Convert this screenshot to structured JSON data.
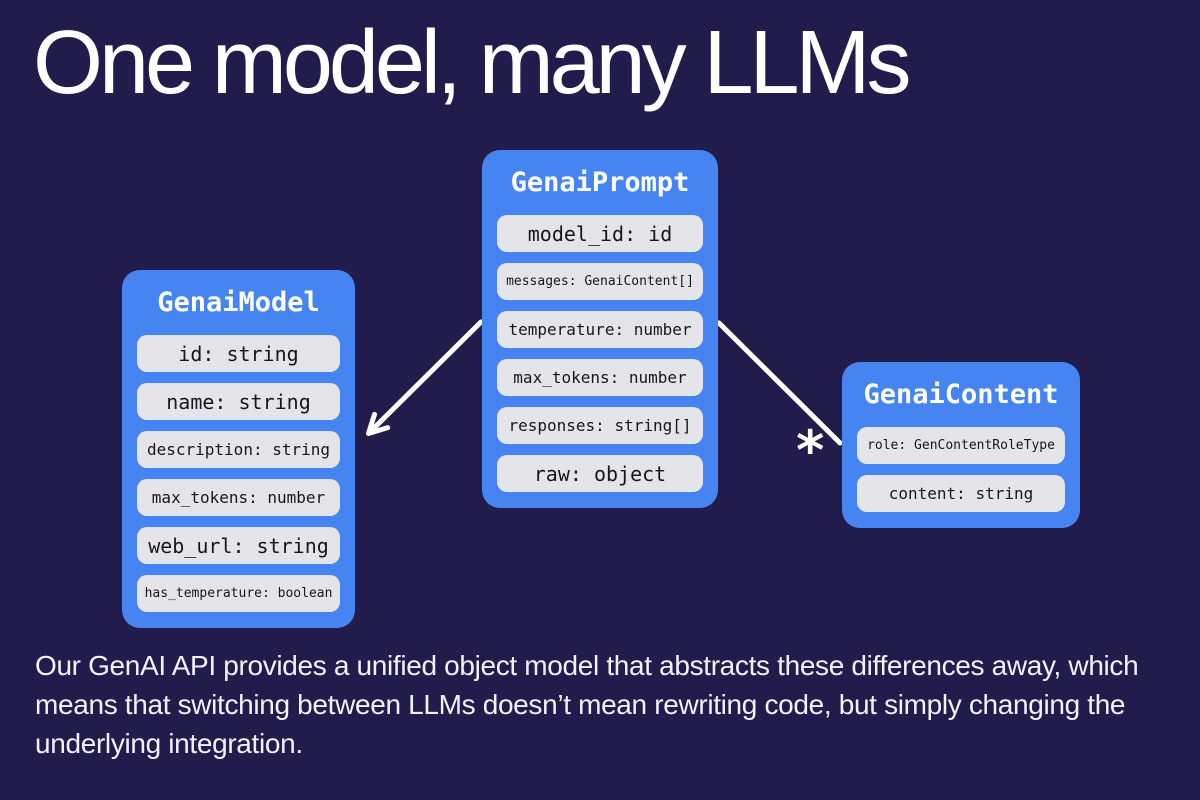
{
  "page": {
    "title": "One model, many LLMs",
    "description": "Our GenAI API provides a unified object model that abstracts these differences away, which means that switching between LLMs doesn’t mean rewriting code, but simply changing the underlying integration."
  },
  "colors": {
    "background": "#211c4c",
    "entity_fill": "#4685f1",
    "field_fill": "#e5e5e9",
    "field_text": "#15161f",
    "title_text": "#ffffff",
    "connector": "#ffffff"
  },
  "diagram": {
    "multiplicity_label": "*",
    "connectors": [
      {
        "from": "GenaiPrompt",
        "to": "GenaiModel",
        "style": "arrowhead"
      },
      {
        "from": "GenaiPrompt",
        "to": "GenaiContent",
        "style": "plain",
        "label": "*"
      }
    ],
    "entities": [
      {
        "name": "GenaiModel",
        "fields": [
          {
            "label": "id: string",
            "size": "lg"
          },
          {
            "label": "name: string",
            "size": "lg"
          },
          {
            "label": "description: string",
            "size": "md"
          },
          {
            "label": "max_tokens: number",
            "size": "md"
          },
          {
            "label": "web_url: string",
            "size": "lg"
          },
          {
            "label": "has_temperature: boolean",
            "size": "xs"
          }
        ]
      },
      {
        "name": "GenaiPrompt",
        "fields": [
          {
            "label": "model_id: id",
            "size": "lg"
          },
          {
            "label": "messages: GenaiContent[]",
            "size": "xs"
          },
          {
            "label": "temperature: number",
            "size": "md"
          },
          {
            "label": "max_tokens: number",
            "size": "md"
          },
          {
            "label": "responses: string[]",
            "size": "md"
          },
          {
            "label": "raw: object",
            "size": "lg"
          }
        ]
      },
      {
        "name": "GenaiContent",
        "fields": [
          {
            "label": "role: GenContentRoleType",
            "size": "xs"
          },
          {
            "label": "content: string",
            "size": "md"
          }
        ]
      }
    ]
  }
}
